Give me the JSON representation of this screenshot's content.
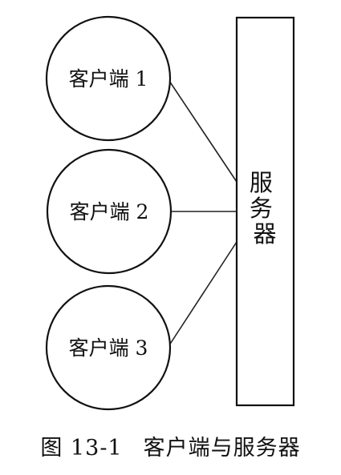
{
  "clients": [
    {
      "label": "客户端 1"
    },
    {
      "label": "客户端 2"
    },
    {
      "label": "客户端 3"
    }
  ],
  "server": {
    "label": "服务器"
  },
  "caption": {
    "number": "图 13-1",
    "title": "客户端与服务器"
  }
}
